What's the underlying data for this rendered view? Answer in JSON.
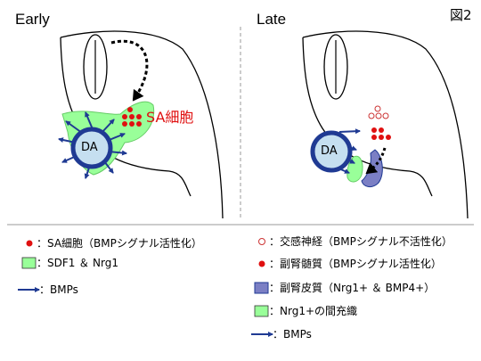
{
  "figure_label": "図2",
  "panels": {
    "early": {
      "title": "Early",
      "da_label": "DA",
      "sa_label": "SA細胞"
    },
    "late": {
      "title": "Late",
      "da_label": "DA"
    }
  },
  "legend": {
    "left": [
      {
        "symbol": "red-dot",
        "text": "：SA細胞（BMPシグナル活性化）"
      },
      {
        "symbol": "green-square",
        "text": "：SDF1 ＆ Nrg1"
      },
      {
        "symbol": "blue-arrow",
        "text": "：BMPs"
      }
    ],
    "right": [
      {
        "symbol": "pink-circle",
        "text": "：交感神経（BMPシグナル不活性化）"
      },
      {
        "symbol": "red-dot",
        "text": "：副腎髄質（BMPシグナル活性化）"
      },
      {
        "symbol": "purple-square",
        "text": "：副腎皮質（Nrg1+ ＆ BMP4+）"
      },
      {
        "symbol": "green-square",
        "text": "：Nrg1+の間充織"
      },
      {
        "symbol": "blue-arrow",
        "text": "：BMPs"
      }
    ]
  },
  "colors": {
    "green_fill": "#99ff99",
    "green_stroke": "#66cc66",
    "blue": "#1f3a93",
    "da_fill": "#c5dff0",
    "red": "#e01010",
    "pink_stroke": "#cc3333",
    "purple_fill": "#7b7fc4"
  }
}
